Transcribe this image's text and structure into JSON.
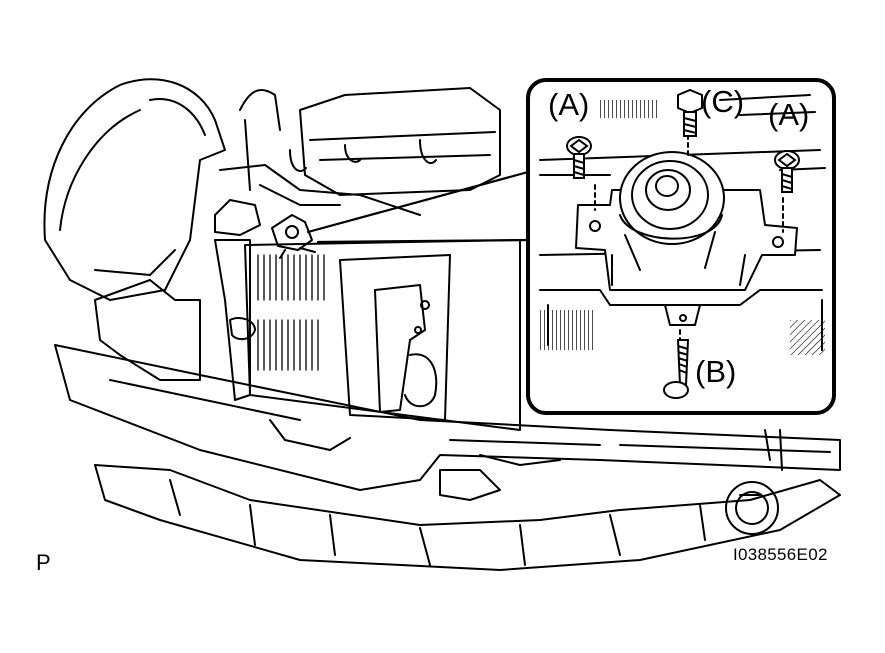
{
  "callouts": {
    "bolt_a_left": "(A)",
    "bolt_c": "(C)",
    "bolt_a_right": "(A)",
    "screw_b": "(B)"
  },
  "view_marker": "P",
  "figure_id": "I038556E02",
  "colors": {
    "line": "#000000",
    "background": "#ffffff",
    "hatch": "#000000"
  }
}
